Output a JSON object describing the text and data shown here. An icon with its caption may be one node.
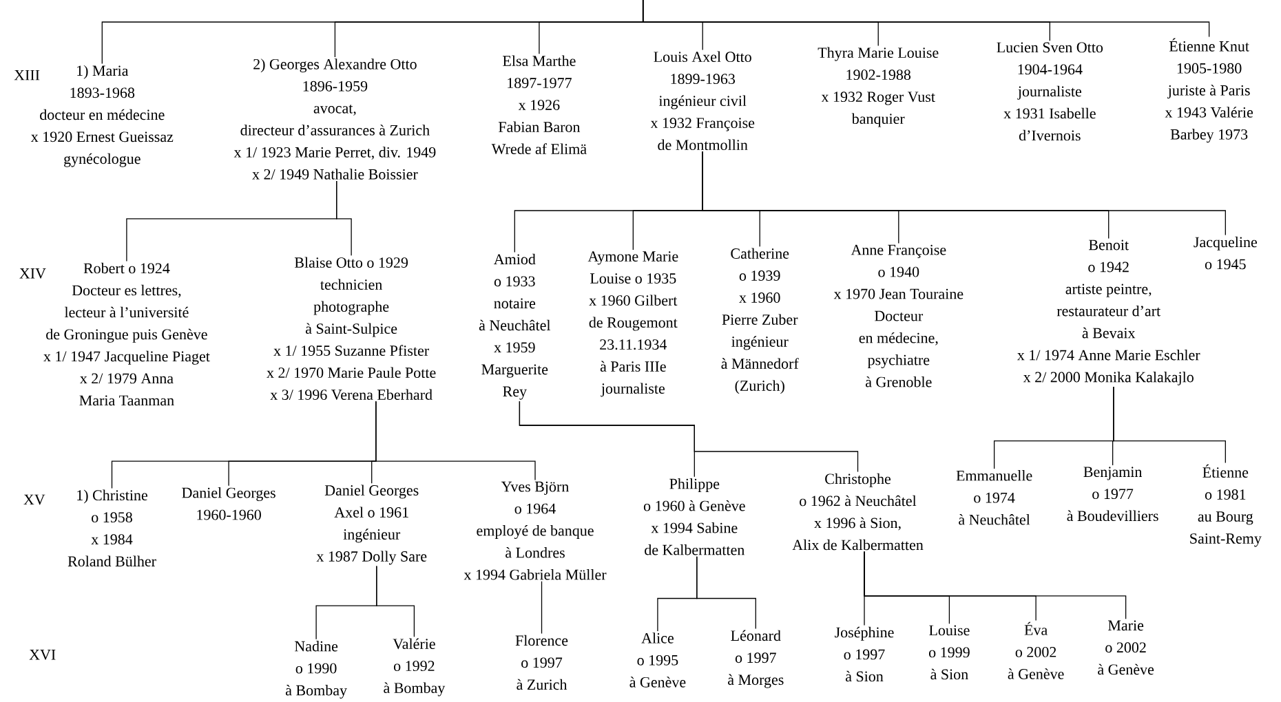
{
  "diagram": {
    "nodes": [
      {
        "text": [
          "1) Maria",
          "1893-1968",
          "docteur en médecine",
          "x 1920 Ernest Gueissaz",
          "gynécologue"
        ]
      },
      {
        "text": [
          "2) Georges Alexandre Otto",
          "1896-1959",
          "avocat,",
          "directeur d’assurances à Zurich",
          "x 1/ 1923 Marie Perret, div. 1949",
          "x 2/ 1949 Nathalie Boissier"
        ]
      },
      {
        "text": [
          "Elsa Marthe",
          "1897-1977",
          "x 1926",
          "Fabian Baron",
          "Wrede af Elimä"
        ]
      },
      {
        "text": [
          "Louis Axel Otto",
          "1899-1963",
          "ingénieur civil",
          "x 1932 Françoise",
          "de Montmollin"
        ]
      },
      {
        "text": [
          "Thyra Marie Louise",
          "1902-1988",
          "x 1932 Roger Vust",
          "banquier"
        ]
      },
      {
        "text": [
          "Lucien Sven Otto",
          "1904-1964",
          "journaliste",
          "x 1931 Isabelle",
          "d’Ivernois"
        ]
      },
      {
        "text": [
          "Étienne Knut",
          "1905-1980",
          "juriste à Paris",
          "x 1943 Valérie",
          "Barbey 1973"
        ]
      },
      {
        "text": [
          "Robert o 1924",
          "Docteur es lettres,",
          "lecteur à l’université",
          "de Groningue puis Genève",
          "x 1/ 1947 Jacqueline Piaget",
          "x 2/ 1979 Anna",
          "Maria Taanman"
        ]
      },
      {
        "text": [
          "Blaise Otto o 1929",
          "technicien",
          "photographe",
          "à Saint-Sulpice",
          "x 1/ 1955 Suzanne Pfister",
          "x 2/ 1970 Marie Paule Potte",
          "x 3/ 1996 Verena Eberhard"
        ]
      },
      {
        "text": [
          "Amiod",
          "o 1933",
          "notaire",
          "à Neuchâtel",
          "x 1959",
          "Marguerite",
          "Rey"
        ]
      },
      {
        "text": [
          "Aymone Marie",
          "Louise o 1935",
          "x 1960 Gilbert",
          "de Rougemont",
          "23.11.1934",
          "à Paris IIIe",
          "journaliste"
        ]
      },
      {
        "text": [
          "Catherine",
          "o 1939",
          "x 1960",
          "Pierre Zuber",
          "ingénieur",
          "à Männedorf",
          "(Zurich)"
        ]
      },
      {
        "text": [
          "Anne Françoise",
          "o 1940",
          "x 1970 Jean Touraine",
          "Docteur",
          "en médecine,",
          "psychiatre",
          "à Grenoble"
        ]
      },
      {
        "text": [
          "Benoit",
          "o 1942",
          "artiste peintre,",
          "restaurateur d’art",
          "à Bevaix",
          "x 1/ 1974 Anne Marie Eschler",
          "x 2/ 2000 Monika Kalakajlo"
        ]
      },
      {
        "text": [
          "Jacqueline",
          "o 1945"
        ]
      },
      {
        "text": [
          "1) Christine",
          "o 1958",
          "x 1984",
          "Roland Bülher"
        ]
      },
      {
        "text": [
          "Daniel Georges",
          "1960-1960"
        ]
      },
      {
        "text": [
          "Daniel Georges",
          "Axel o 1961",
          "ingénieur",
          "x 1987 Dolly Sare"
        ]
      },
      {
        "text": [
          "Yves Björn",
          "o 1964",
          "employé de banque",
          "à Londres",
          "x 1994 Gabriela Müller"
        ]
      },
      {
        "text": [
          "Philippe",
          "o 1960 à Genève",
          "x 1994 Sabine",
          "de Kalbermatten"
        ]
      },
      {
        "text": [
          "Christophe",
          "o 1962 à Neuchâtel",
          "x 1996 à Sion,",
          "Alix de Kalbermatten"
        ]
      },
      {
        "text": [
          "Emmanuelle",
          "o 1974",
          "à Neuchâtel"
        ]
      },
      {
        "text": [
          "Benjamin",
          "o 1977",
          "à Boudevilliers"
        ]
      },
      {
        "text": [
          "Étienne",
          "o 1981",
          "au Bourg",
          "Saint-Remy"
        ]
      },
      {
        "text": [
          "Nadine",
          "o 1990",
          "à Bombay"
        ]
      },
      {
        "text": [
          "Valérie",
          "o 1992",
          "à Bombay"
        ]
      },
      {
        "text": [
          "Florence",
          "o 1997",
          "à Zurich"
        ]
      },
      {
        "text": [
          "Alice",
          "o 1995",
          "à Genève"
        ]
      },
      {
        "text": [
          "Léonard",
          "o 1997",
          "à Morges"
        ]
      },
      {
        "text": [
          "Joséphine",
          "o 1997",
          "à Sion"
        ]
      },
      {
        "text": [
          "Louise",
          "o 1999",
          "à Sion"
        ]
      },
      {
        "text": [
          "Éva",
          "o 2002",
          "à Genève"
        ]
      },
      {
        "text": [
          "Marie",
          "o 2002",
          "à Genève"
        ]
      }
    ],
    "edges": [
      {
        "from": null,
        "to": 0,
        "arrow": "none"
      },
      {
        "from": null,
        "to": 1,
        "arrow": "none"
      },
      {
        "from": null,
        "to": 2,
        "arrow": "none"
      },
      {
        "from": null,
        "to": 3,
        "arrow": "none"
      },
      {
        "from": null,
        "to": 4,
        "arrow": "none"
      },
      {
        "from": null,
        "to": 5,
        "arrow": "none"
      },
      {
        "from": null,
        "to": 6,
        "arrow": "none"
      },
      {
        "from": 1,
        "to": 7,
        "arrow": "none"
      },
      {
        "from": 1,
        "to": 8,
        "arrow": "none"
      },
      {
        "from": 3,
        "to": 9,
        "arrow": "none"
      },
      {
        "from": 3,
        "to": 10,
        "arrow": "none"
      },
      {
        "from": 3,
        "to": 11,
        "arrow": "none"
      },
      {
        "from": 3,
        "to": 12,
        "arrow": "none"
      },
      {
        "from": 3,
        "to": 13,
        "arrow": "none"
      },
      {
        "from": 3,
        "to": 14,
        "arrow": "none"
      },
      {
        "from": 9,
        "to": 19,
        "arrow": "none"
      },
      {
        "from": 9,
        "to": 20,
        "arrow": "none"
      },
      {
        "from": 8,
        "to": 15,
        "arrow": "none"
      },
      {
        "from": 8,
        "to": 16,
        "arrow": "none"
      },
      {
        "from": 8,
        "to": 17,
        "arrow": "none"
      },
      {
        "from": 8,
        "to": 18,
        "arrow": "none"
      },
      {
        "from": 13,
        "to": 21,
        "arrow": "none"
      },
      {
        "from": 13,
        "to": 22,
        "arrow": "none"
      },
      {
        "from": 13,
        "to": 23,
        "arrow": "none"
      },
      {
        "from": 17,
        "to": 24,
        "arrow": "none"
      },
      {
        "from": 17,
        "to": 25,
        "arrow": "none"
      },
      {
        "from": 18,
        "to": 26,
        "arrow": "none"
      },
      {
        "from": 19,
        "to": 27,
        "arrow": "none"
      },
      {
        "from": 19,
        "to": 28,
        "arrow": "none"
      },
      {
        "from": 20,
        "to": 29,
        "arrow": "none"
      },
      {
        "from": 20,
        "to": 30,
        "arrow": "none"
      },
      {
        "from": 20,
        "to": 31,
        "arrow": "none"
      },
      {
        "from": 20,
        "to": 32,
        "arrow": "none"
      }
    ],
    "labels": [
      "XIII",
      "XIV",
      "XV",
      "XVI"
    ]
  }
}
